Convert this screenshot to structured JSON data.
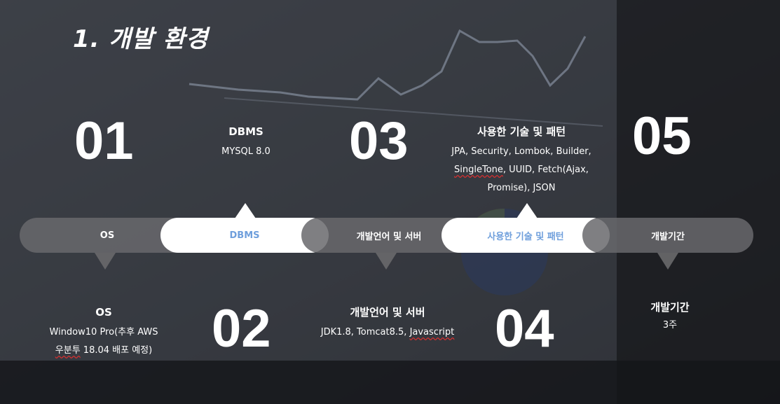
{
  "title": "1. 개발 환경",
  "numbers": [
    "01",
    "02",
    "03",
    "04",
    "05"
  ],
  "tabs": [
    {
      "label": "OS"
    },
    {
      "label": "DBMS"
    },
    {
      "label": "개발언어 및 서버"
    },
    {
      "label": "사용한 기술 및 패턴"
    },
    {
      "label": "개발기간"
    }
  ],
  "sections": {
    "os": {
      "head": "OS",
      "line1": "Window10 Pro(추후 AWS",
      "line2_squig": "우분투",
      "line2_rest": " 18.04 배포 예정)"
    },
    "dbms": {
      "head": "DBMS",
      "line1": "MYSQL 8.0"
    },
    "lang": {
      "head": "개발언어 및 서버",
      "line1_a": "JDK1.8, Tomcat8.5, ",
      "line1_squig": "Javascript"
    },
    "tech": {
      "head": "사용한 기술 및 패턴",
      "line1": "JPA, Security, Lombok, Builder,",
      "line2_squig": "SingleTone",
      "line2_rest": ", UUID, Fetch(Ajax,",
      "line3": "Promise), JSON"
    },
    "period": {
      "head": "개발기간",
      "line1": "3주"
    }
  },
  "colors": {
    "accent": "#6f9fdc",
    "pill_dark": "#69696c",
    "pill_light": "#ffffff"
  }
}
